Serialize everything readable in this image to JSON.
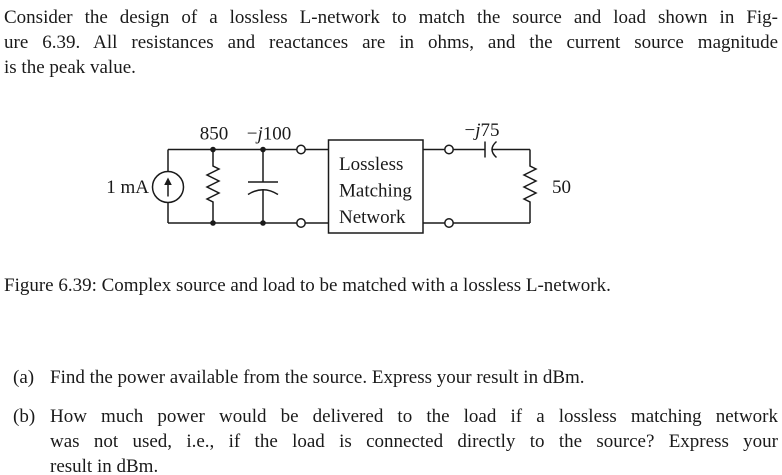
{
  "intro": {
    "lines": [
      "Consider the design of a lossless L-network to match the source and load shown in Fig-",
      "ure 6.39. All resistances and reactances are in ohms, and the current source magnitude",
      "is the peak value."
    ]
  },
  "figure": {
    "source": {
      "current_label": "1 mA",
      "resistance_label": "850",
      "reactance": {
        "minus": "−",
        "j": "j",
        "value": "100"
      }
    },
    "network_box": {
      "line1": "Lossless",
      "line2": "Matching",
      "line3": "Network"
    },
    "load": {
      "reactance": {
        "minus": "−",
        "j": "j",
        "value": "75"
      },
      "resistance_label": "50"
    }
  },
  "caption": "Figure 6.39: Complex source and load to be matched with a lossless L-network.",
  "questions": [
    {
      "label": "(a)",
      "lines": [
        "Find the power available from the source. Express your result in dBm."
      ]
    },
    {
      "label": "(b)",
      "lines": [
        "How much power would be delivered to the load if a lossless matching network",
        "was not used, i.e., if the load is connected directly to the source? Express your",
        "result in dBm."
      ]
    }
  ]
}
